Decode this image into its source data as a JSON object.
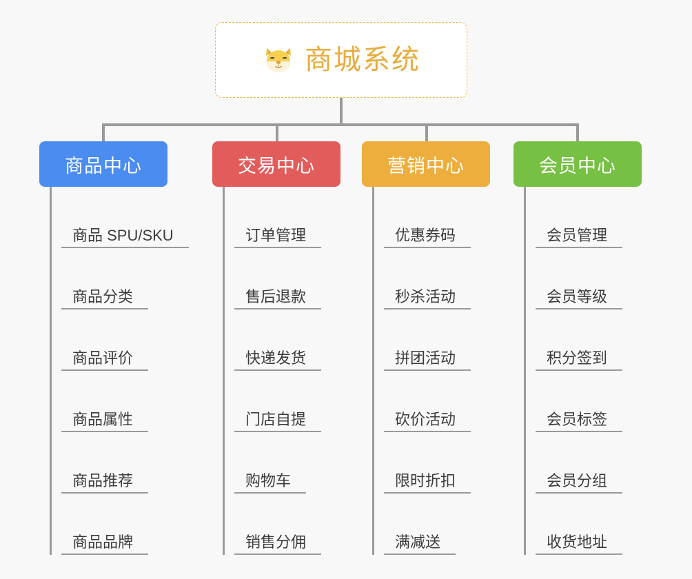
{
  "root": {
    "title": "商城系统",
    "icon": "shiba-dog-icon",
    "icon_glyph": "🐕",
    "text_color": "#e8ac3d",
    "border_color": "#e9b84c"
  },
  "theme": {
    "background": "#f8f8f8",
    "connector_color": "#9a9a9a",
    "item_text_color": "#3c3c3c",
    "item_rule_color": "#9a9a9a"
  },
  "columns": [
    {
      "key": "product-center",
      "label": "商品中心",
      "color": "#4a8cf0",
      "items": [
        "商品 SPU/SKU",
        "商品分类",
        "商品评价",
        "商品属性",
        "商品推荐",
        "商品品牌"
      ]
    },
    {
      "key": "trade-center",
      "label": "交易中心",
      "color": "#e35c5c",
      "items": [
        "订单管理",
        "售后退款",
        "快递发货",
        "门店自提",
        "购物车",
        "销售分佣"
      ]
    },
    {
      "key": "marketing-center",
      "label": "营销中心",
      "color": "#eeae3d",
      "items": [
        "优惠券码",
        "秒杀活动",
        "拼团活动",
        "砍价活动",
        "限时折扣",
        "满减送"
      ]
    },
    {
      "key": "member-center",
      "label": "会员中心",
      "color": "#76c044",
      "items": [
        "会员管理",
        "会员等级",
        "积分签到",
        "会员标签",
        "会员分组",
        "收货地址"
      ]
    }
  ]
}
